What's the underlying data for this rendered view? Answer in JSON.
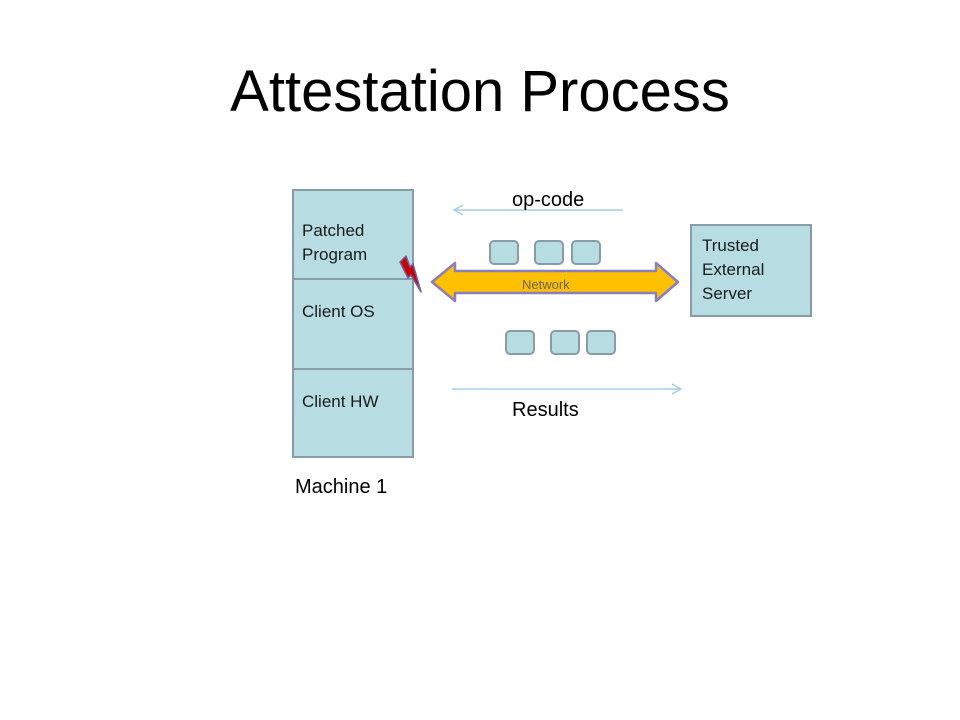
{
  "slide": {
    "title": "Attestation Process"
  },
  "machine": {
    "layers": [
      {
        "label": "Patched\nProgram"
      },
      {
        "label": "Client OS"
      },
      {
        "label": "Client HW"
      }
    ],
    "caption": "Machine 1"
  },
  "server": {
    "label": "Trusted\nExternal\nServer"
  },
  "network": {
    "label": "Network",
    "color": "#ffc000"
  },
  "flows": {
    "request_label": "op-code",
    "response_label": "Results"
  },
  "colors": {
    "block_fill": "#b7dde3",
    "block_border": "#8a9ba8",
    "arrow_line": "#a6cde5",
    "lightning": "#cc0000"
  }
}
